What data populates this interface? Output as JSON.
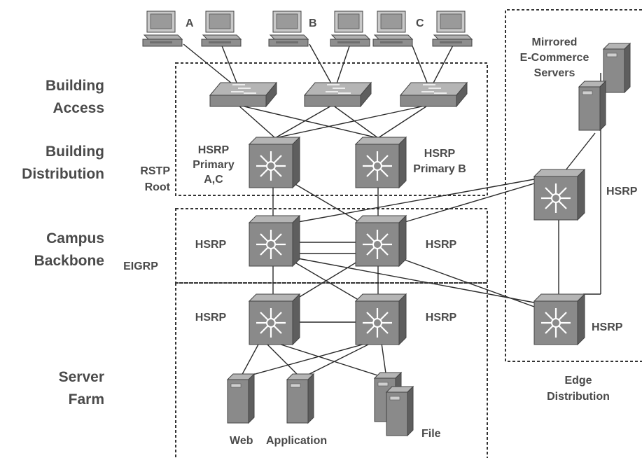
{
  "layers": {
    "building_access": [
      "Building",
      "Access"
    ],
    "building_distribution": [
      "Building",
      "Distribution"
    ],
    "campus_backbone": [
      "Campus",
      "Backbone"
    ],
    "server_farm": [
      "Server",
      "Farm"
    ]
  },
  "labels": {
    "rstp": [
      "RSTP",
      "Root"
    ],
    "hsrp_primary_ac": [
      "HSRP",
      "Primary",
      "A,C"
    ],
    "hsrp_primary_b": [
      "HSRP",
      "Primary B"
    ],
    "hsrp": "HSRP",
    "eigrp": "EIGRP",
    "pc_a": "A",
    "pc_b": "B",
    "pc_c": "C",
    "mirrored": [
      "Mirrored",
      "E-Commerce",
      "Servers"
    ],
    "edge": [
      "Edge",
      "Distribution"
    ],
    "web": "Web",
    "application": "Application",
    "file": "File"
  },
  "colors": {
    "device_face": "#8a8a8a",
    "device_top": "#b5b5b5",
    "device_side": "#5e5e5e",
    "label": "#4a4a4a"
  }
}
